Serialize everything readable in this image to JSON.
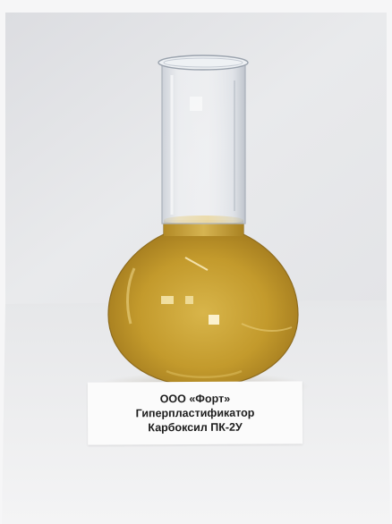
{
  "label": {
    "line1": "ООО «Форт»",
    "line2": "Гиперпластификатор",
    "line3": "Карбоксил ПК-2У"
  },
  "colors": {
    "backdrop": "#e7e8eb",
    "table_surface": "#f1f1f2",
    "liquid": "#c9a032",
    "liquid_dark": "#9c7420",
    "glass": "#dfe3e8"
  }
}
